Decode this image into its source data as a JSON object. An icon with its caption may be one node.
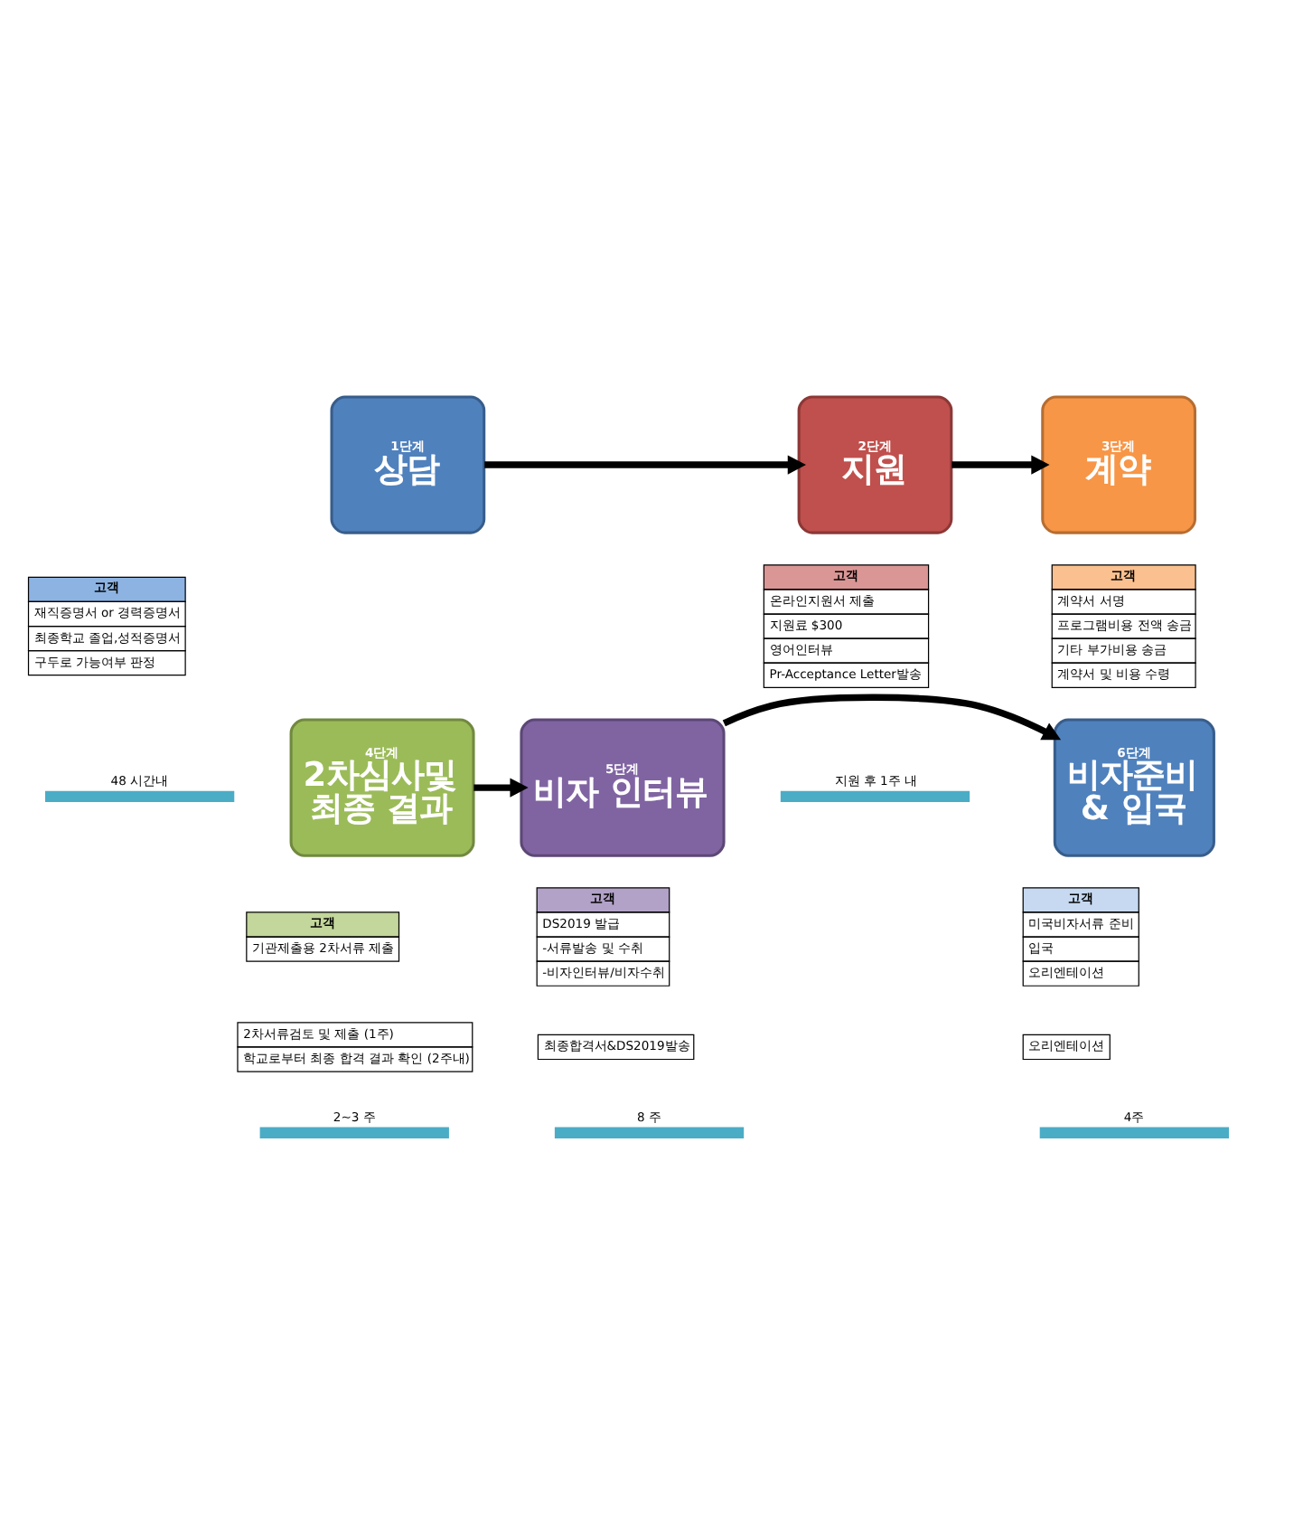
{
  "diagram": {
    "nodes": [
      {
        "text": [
          "1단계",
          "상담"
        ]
      },
      {
        "text": [
          "2단계",
          "지원"
        ]
      },
      {
        "text": [
          "3단계",
          "계약"
        ]
      },
      {
        "text": [
          "고객",
          "재직증명서 or 경력증명서",
          "최종학교 졸업,성적증명서",
          "구두로 가능여부 판정"
        ]
      },
      {
        "text": [
          "고객",
          "온라인지원서 제출",
          "지원료 $300",
          "영어인터뷰",
          "Pr-Acceptance Letter발송"
        ]
      },
      {
        "text": [
          "고객",
          "계약서 서명",
          "프로그램비용 전액 송금",
          "기타 부가비용 송금",
          "계약서 및 비용 수령"
        ]
      },
      {
        "text": [
          "4단계",
          "2차심사및 최종 결과"
        ]
      },
      {
        "text": [
          "5단계",
          "비자 인터뷰"
        ]
      },
      {
        "text": [
          "6단계",
          "비자준비 & 입국"
        ]
      },
      {
        "text": [
          "고객",
          "기관제출용 2차서류 제출"
        ]
      },
      {
        "text": [
          "2차서류검토 및 제출 (1주)",
          "학교로부터 최종 합격 결과 확인 (2주내)"
        ]
      },
      {
        "text": [
          "고객",
          "DS2019 발급",
          "-서류발송 및 수취",
          "-비자인터뷰/비자수취"
        ]
      },
      {
        "text": [
          "최종합격서&DS2019발송"
        ]
      },
      {
        "text": [
          "고객",
          "미국비자서류 준비",
          "입국",
          "오리엔테이션"
        ]
      },
      {
        "text": [
          "오리엔테이션"
        ]
      }
    ],
    "labels": [
      "48 시간내",
      "지원 후 1주 내",
      "2~3 주",
      "8 주",
      "4주"
    ],
    "edges": [
      {
        "from": 0,
        "to": 1,
        "arrow": "to"
      },
      {
        "from": 1,
        "to": 2,
        "arrow": "to"
      },
      {
        "from": 6,
        "to": 7,
        "arrow": "to"
      },
      {
        "from": 7,
        "to": 8,
        "arrow": "to"
      }
    ]
  }
}
